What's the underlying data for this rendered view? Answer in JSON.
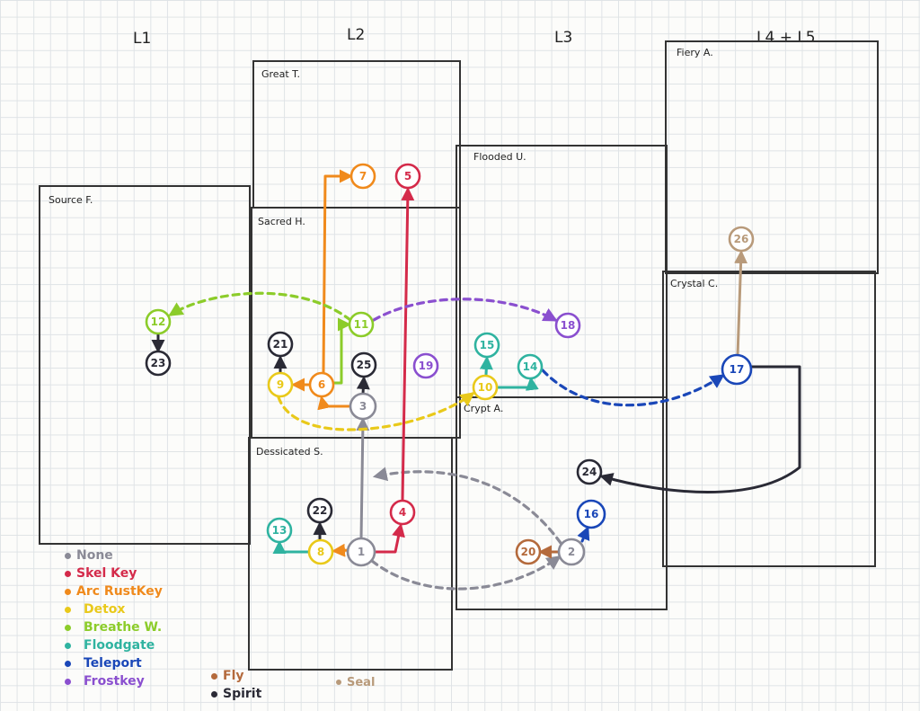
{
  "columns": [
    "L1",
    "L2",
    "L3",
    "L4 + L5"
  ],
  "regions": [
    {
      "id": "source",
      "label": "Source F."
    },
    {
      "id": "great",
      "label": "Great T."
    },
    {
      "id": "sacred",
      "label": "Sacred H."
    },
    {
      "id": "dessicated",
      "label": "Dessicated S."
    },
    {
      "id": "flooded",
      "label": "Flooded U."
    },
    {
      "id": "crypt",
      "label": "Crypt A."
    },
    {
      "id": "fiery",
      "label": "Fiery A."
    },
    {
      "id": "crystal",
      "label": "Crystal C."
    }
  ],
  "colors": {
    "none": "#8a8a96",
    "skel_key": "#d42a4a",
    "arc_rust_key": "#f08a1c",
    "detox": "#e9c91a",
    "breathe_w": "#8ccc2a",
    "floodgate": "#2fb3a0",
    "teleport": "#1a47b8",
    "frostkey": "#8a4fcf",
    "fly": "#b46a3c",
    "seal": "#b89a7a",
    "spirit": "#2a2a35"
  },
  "nodes": [
    {
      "id": "1",
      "label": "1",
      "color": "none"
    },
    {
      "id": "2",
      "label": "2",
      "color": "none"
    },
    {
      "id": "3",
      "label": "3",
      "color": "none"
    },
    {
      "id": "4",
      "label": "4",
      "color": "skel_key"
    },
    {
      "id": "5",
      "label": "5",
      "color": "skel_key"
    },
    {
      "id": "6",
      "label": "6",
      "color": "arc_rust_key"
    },
    {
      "id": "7",
      "label": "7",
      "color": "arc_rust_key"
    },
    {
      "id": "8",
      "label": "8",
      "color": "detox"
    },
    {
      "id": "9",
      "label": "9",
      "color": "detox"
    },
    {
      "id": "10",
      "label": "10",
      "color": "detox"
    },
    {
      "id": "11",
      "label": "11",
      "color": "breathe_w"
    },
    {
      "id": "12",
      "label": "12",
      "color": "breathe_w"
    },
    {
      "id": "13",
      "label": "13",
      "color": "floodgate"
    },
    {
      "id": "14",
      "label": "14",
      "color": "floodgate"
    },
    {
      "id": "15",
      "label": "15",
      "color": "floodgate"
    },
    {
      "id": "16",
      "label": "16",
      "color": "teleport"
    },
    {
      "id": "17",
      "label": "17",
      "color": "teleport"
    },
    {
      "id": "18",
      "label": "18",
      "color": "frostkey"
    },
    {
      "id": "19",
      "label": "19",
      "color": "frostkey"
    },
    {
      "id": "20",
      "label": "20",
      "color": "fly"
    },
    {
      "id": "21",
      "label": "21",
      "color": "spirit"
    },
    {
      "id": "22",
      "label": "22",
      "color": "spirit"
    },
    {
      "id": "23",
      "label": "23",
      "color": "spirit"
    },
    {
      "id": "24",
      "label": "24",
      "color": "spirit"
    },
    {
      "id": "25",
      "label": "25",
      "color": "spirit"
    },
    {
      "id": "26",
      "label": "26",
      "color": "seal"
    }
  ],
  "edges": [
    {
      "from": "1",
      "to": "3",
      "color": "none",
      "style": "solid"
    },
    {
      "from": "1",
      "to": "8",
      "color": "arc_rust_key",
      "style": "solid"
    },
    {
      "from": "1",
      "to": "4",
      "color": "skel_key",
      "style": "solid"
    },
    {
      "from": "1",
      "to": "2",
      "color": "none",
      "style": "dashed"
    },
    {
      "from": "2",
      "to": "3",
      "color": "none",
      "style": "dashed"
    },
    {
      "from": "2",
      "to": "20",
      "color": "fly",
      "style": "solid"
    },
    {
      "from": "2",
      "to": "16",
      "color": "teleport",
      "style": "solid"
    },
    {
      "from": "3",
      "to": "25",
      "color": "spirit",
      "style": "solid"
    },
    {
      "from": "3",
      "to": "6",
      "color": "arc_rust_key",
      "style": "solid"
    },
    {
      "from": "3",
      "to": "10",
      "color": "detox",
      "style": "dashed"
    },
    {
      "from": "4",
      "to": "5",
      "color": "skel_key",
      "style": "solid"
    },
    {
      "from": "6",
      "to": "9",
      "color": "arc_rust_key",
      "style": "solid"
    },
    {
      "from": "6",
      "to": "7",
      "color": "arc_rust_key",
      "style": "solid"
    },
    {
      "from": "6",
      "to": "11",
      "color": "breathe_w",
      "style": "solid"
    },
    {
      "from": "8",
      "to": "13",
      "color": "floodgate",
      "style": "solid"
    },
    {
      "from": "8",
      "to": "22",
      "color": "spirit",
      "style": "solid"
    },
    {
      "from": "9",
      "to": "21",
      "color": "spirit",
      "style": "solid"
    },
    {
      "from": "10",
      "to": "15",
      "color": "floodgate",
      "style": "solid"
    },
    {
      "from": "10",
      "to": "14",
      "color": "floodgate",
      "style": "solid"
    },
    {
      "from": "11",
      "to": "12",
      "color": "breathe_w",
      "style": "dashed"
    },
    {
      "from": "11",
      "to": "18",
      "color": "frostkey",
      "style": "dashed"
    },
    {
      "from": "12",
      "to": "23",
      "color": "spirit",
      "style": "solid"
    },
    {
      "from": "14",
      "to": "17",
      "color": "teleport",
      "style": "dashed"
    },
    {
      "from": "17",
      "to": "26",
      "color": "seal",
      "style": "solid"
    },
    {
      "from": "17",
      "to": "24",
      "color": "spirit",
      "style": "solid"
    }
  ],
  "legend": [
    {
      "label": "None",
      "color": "none"
    },
    {
      "label": "Skel Key",
      "color": "skel_key"
    },
    {
      "label": "Arc RustKey",
      "color": "arc_rust_key"
    },
    {
      "label": "Detox",
      "color": "detox"
    },
    {
      "label": "Breathe W.",
      "color": "breathe_w"
    },
    {
      "label": "Floodgate",
      "color": "floodgate"
    },
    {
      "label": "Teleport",
      "color": "teleport"
    },
    {
      "label": "Frostkey",
      "color": "frostkey"
    }
  ],
  "legend_extra": [
    {
      "label": "Fly",
      "color": "fly"
    },
    {
      "label": "Spirit",
      "color": "spirit"
    },
    {
      "label": "Seal",
      "color": "seal"
    }
  ]
}
